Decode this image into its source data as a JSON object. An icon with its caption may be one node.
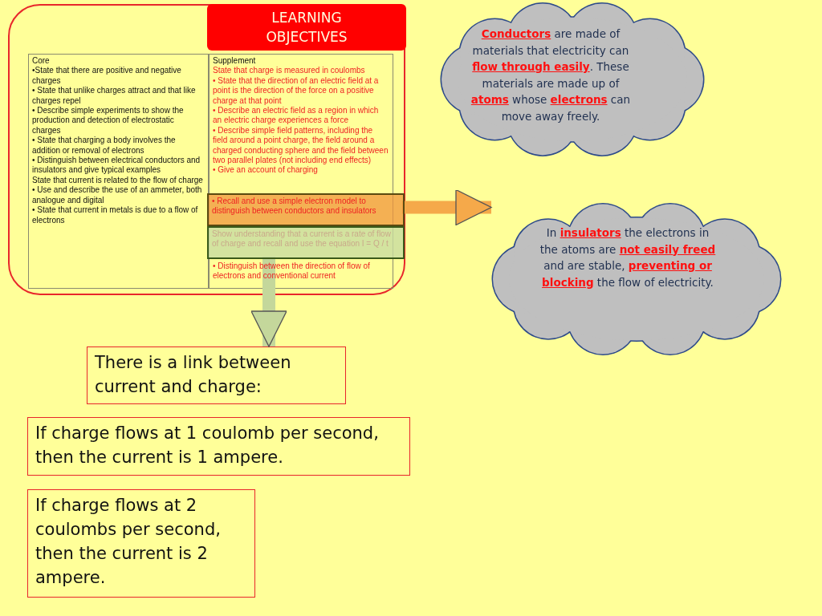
{
  "diagram": {
    "nodes": [
      {
        "text": [
          "LEARNING OBJECTIVES"
        ]
      },
      {
        "text": [
          "Core",
          "•State that there are positive and negative charges",
          "• State that unlike charges attract and that like charges repel",
          "• Describe simple experiments to show the production and detection of electrostatic charges",
          "• State that charging a body involves the addition or removal of electrons",
          "• Distinguish between electrical conductors and insulators and give typical examples",
          "State that current is related to the flow of charge",
          "• Use and describe the use of an ammeter, both analogue and digital",
          "• State that current in metals is due to a flow of electrons"
        ],
        "in": 0
      },
      {
        "text": [
          "Supplement",
          "State that charge is measured in coulombs",
          "• State that the direction of an electric field at a point is the direction of the force on a positive charge at that point",
          "• Describe an electric field as a region in which an electric charge experiences a force",
          "• Describe simple field patterns, including the field around a point charge, the field around a charged conducting sphere and the field between two parallel plates (not including end effects)",
          "• Give an account of charging",
          "• Distinguish between the direction of flow of electrons and conventional current"
        ],
        "in": 0
      },
      {
        "text": [
          "• Recall and use a simple electron model to distinguish between conductors and insulators"
        ],
        "in": 2
      },
      {
        "text": [
          "Show understanding that a current is a rate of flow of charge and recall and use the equation I = Q / t"
        ],
        "in": 2
      },
      {
        "text": [
          "**Conductors** are made of materials that electricity can **flow through easily**. These materials are made up of **atoms** whose **electrons** can move away freely."
        ]
      },
      {
        "text": [
          "In **insulators** the electrons in the atoms are **not easily freed** and are stable, **preventing or blocking** the flow of electricity."
        ]
      },
      {
        "text": [
          "There is a link between current and charge:"
        ]
      },
      {
        "text": [
          "If charge flows at 1 coulomb per second, then the current is 1 ampere."
        ]
      },
      {
        "text": [
          "If charge flows at 2 coulombs per second, then the current is 2 ampere."
        ]
      }
    ],
    "edges": [
      {
        "from": 3,
        "to": 6,
        "arrow": "to",
        "color": "#f5a94a"
      },
      {
        "from": 4,
        "to": 7,
        "arrow": "to",
        "color": "#c4d79b"
      }
    ]
  }
}
